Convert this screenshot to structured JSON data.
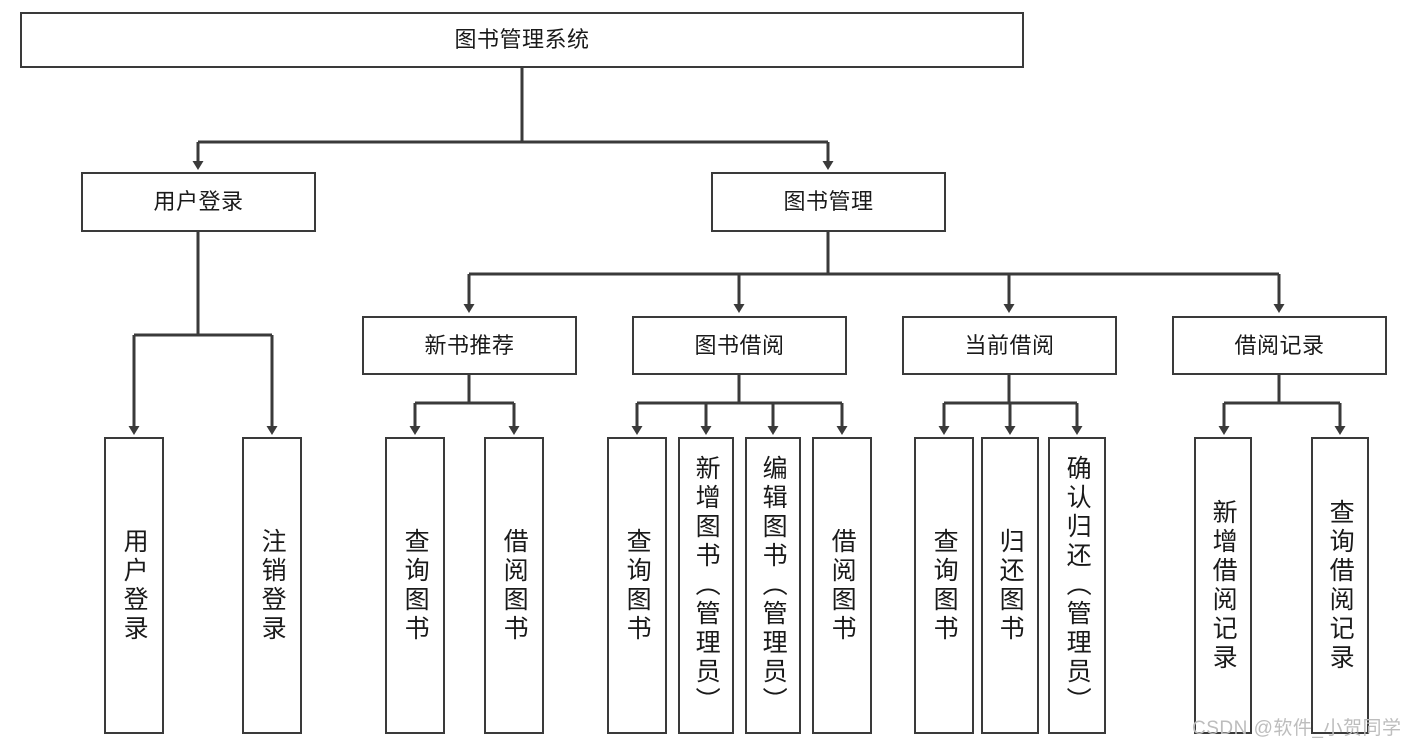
{
  "diagram": {
    "type": "tree",
    "title": "图书管理系统",
    "root": {
      "label": "图书管理系统"
    },
    "level1": [
      {
        "label": "用户登录"
      },
      {
        "label": "图书管理"
      }
    ],
    "level2": [
      {
        "label": "新书推荐"
      },
      {
        "label": "图书借阅"
      },
      {
        "label": "当前借阅"
      },
      {
        "label": "借阅记录"
      }
    ],
    "leaves": {
      "user_login": [
        {
          "label": "用户登录"
        },
        {
          "label": "注销登录"
        }
      ],
      "new_book_recommend": [
        {
          "label": "查询图书"
        },
        {
          "label": "借阅图书"
        }
      ],
      "book_borrow": [
        {
          "label": "查询图书"
        },
        {
          "label": "新增图书（管理员）"
        },
        {
          "label": "编辑图书（管理员）"
        },
        {
          "label": "借阅图书"
        }
      ],
      "current_borrow": [
        {
          "label": "查询图书"
        },
        {
          "label": "归还图书"
        },
        {
          "label": "确认归还（管理员）"
        }
      ],
      "borrow_record": [
        {
          "label": "新增借阅记录"
        },
        {
          "label": "查询借阅记录"
        }
      ]
    }
  },
  "watermark": {
    "text": "CSDN @软件_小贺同学"
  },
  "colors": {
    "border": "#3a3a3a",
    "line": "#3a3a3a",
    "background": "#ffffff",
    "text": "#1a1a1a",
    "watermark": "#bdbdbd"
  }
}
